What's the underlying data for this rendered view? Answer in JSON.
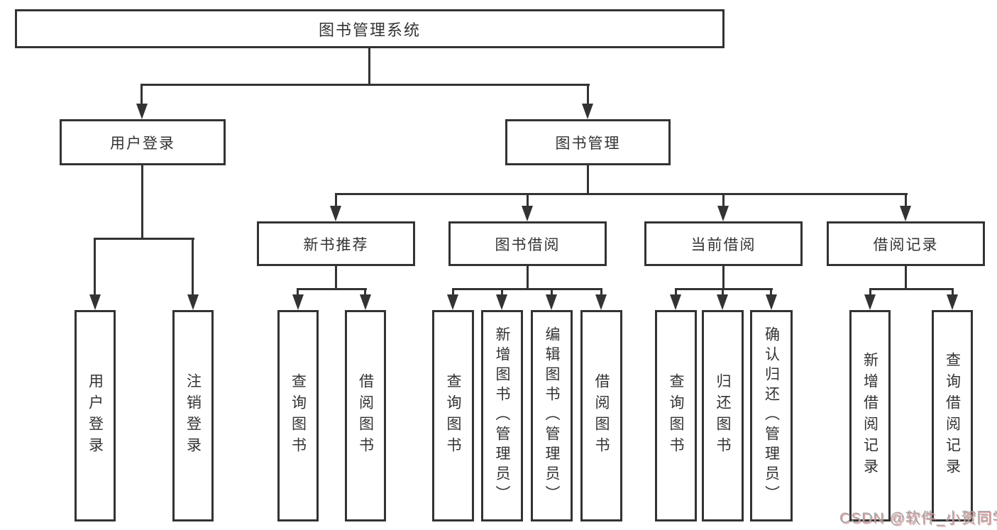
{
  "diagram": {
    "title_node": "图书管理系统",
    "level2": {
      "user_login": "用户登录",
      "book_mgmt": "图书管理"
    },
    "level3": {
      "new_book_rec": "新书推荐",
      "book_borrow": "图书借阅",
      "current_borrow": "当前借阅",
      "borrow_records": "借阅记录"
    },
    "leaves": [
      {
        "label": "用户登录"
      },
      {
        "label": "注销登录"
      },
      {
        "label": "查询图书"
      },
      {
        "label": "借阅图书"
      },
      {
        "label": "查询图书"
      },
      {
        "label": "新增图书（管理员）"
      },
      {
        "label": "编辑图书（管理员）"
      },
      {
        "label": "借阅图书"
      },
      {
        "label": "查询图书"
      },
      {
        "label": "归还图书"
      },
      {
        "label": "确认归还（管理员）"
      },
      {
        "label": "新增借阅记录"
      },
      {
        "label": "查询借阅记录"
      }
    ],
    "watermark": "CSDN @软件_小贺同学",
    "colors": {
      "line": "#333333",
      "text": "#333333",
      "background": "#ffffff",
      "watermark_text": "#a6a6a6",
      "watermark_shadow": "#d66a6a"
    }
  }
}
